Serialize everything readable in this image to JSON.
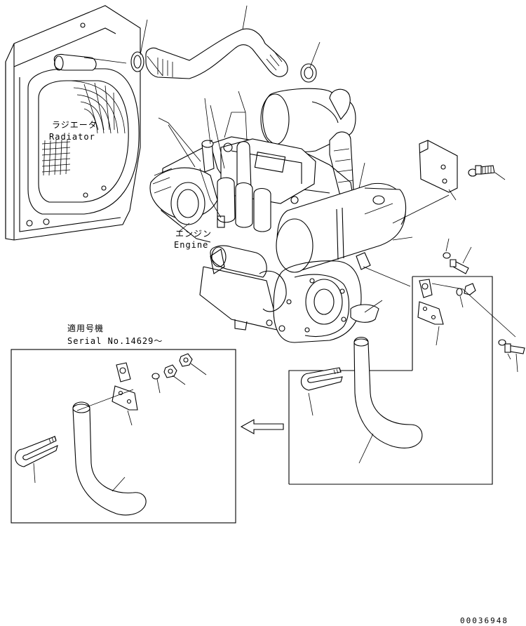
{
  "labels": {
    "radiator_jp": "ラジエータ",
    "radiator_en": "Radiator",
    "engine_jp": "エンジン",
    "engine_en": "Engine",
    "serial_jp": "適用号機",
    "serial_en": "Serial No.14629〜",
    "drawing_no": "00036948"
  }
}
